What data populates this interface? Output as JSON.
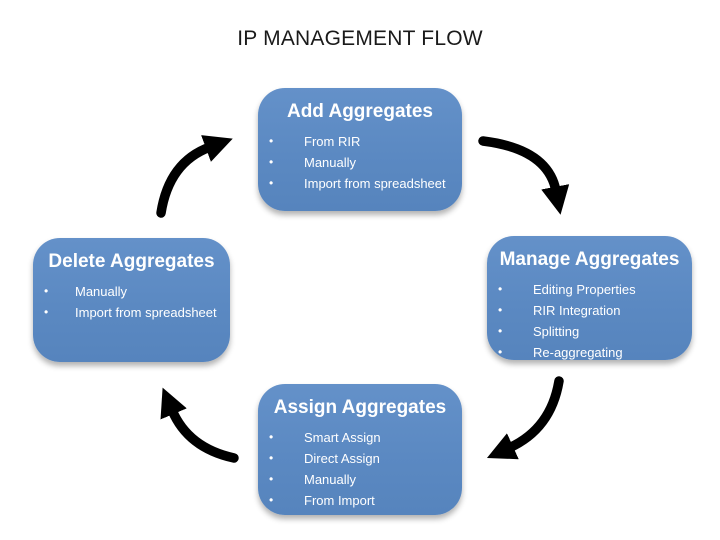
{
  "title": "IP MANAGEMENT FLOW",
  "colors": {
    "background": "#FFFFFF",
    "node_fill": "#5B89C2",
    "node_text": "#FFFFFF",
    "arrow": "#000000",
    "title_text": "#1A1A1A"
  },
  "nodes": [
    {
      "title": "Add Aggregates",
      "bullets": [
        "From RIR",
        "Manually",
        "Import from spreadsheet"
      ]
    },
    {
      "title": "Manage Aggregates",
      "bullets": [
        "Editing Properties",
        "RIR Integration",
        "Splitting",
        "Re-aggregating"
      ]
    },
    {
      "title": "Assign Aggregates",
      "bullets": [
        "Smart Assign",
        "Direct Assign",
        "Manually",
        "From Import"
      ]
    },
    {
      "title": "Delete Aggregates",
      "bullets": [
        "Manually",
        "Import from spreadsheet"
      ]
    }
  ],
  "flow": [
    {
      "from": "Add Aggregates",
      "to": "Manage Aggregates"
    },
    {
      "from": "Manage Aggregates",
      "to": "Assign Aggregates"
    },
    {
      "from": "Assign Aggregates",
      "to": "Delete Aggregates"
    },
    {
      "from": "Delete Aggregates",
      "to": "Add Aggregates"
    }
  ]
}
